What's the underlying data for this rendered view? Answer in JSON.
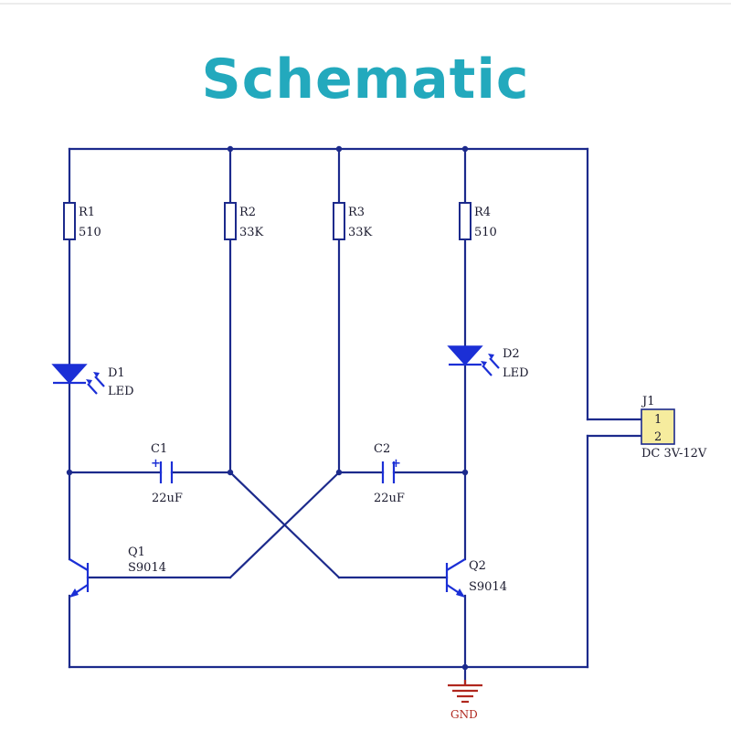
{
  "title": "Schematic",
  "components": {
    "r1": {
      "ref": "R1",
      "value": "510"
    },
    "r2": {
      "ref": "R2",
      "value": "33K"
    },
    "r3": {
      "ref": "R3",
      "value": "33K"
    },
    "r4": {
      "ref": "R4",
      "value": "510"
    },
    "d1": {
      "ref": "D1",
      "value": "LED"
    },
    "d2": {
      "ref": "D2",
      "value": "LED"
    },
    "c1": {
      "ref": "C1",
      "value": "22uF",
      "polarity": "+"
    },
    "c2": {
      "ref": "C2",
      "value": "22uF",
      "polarity": "+"
    },
    "q1": {
      "ref": "Q1",
      "value": "S9014"
    },
    "q2": {
      "ref": "Q2",
      "value": "S9014"
    },
    "j1": {
      "ref": "J1",
      "pin1": "1",
      "pin2": "2",
      "value": "DC 3V-12V"
    },
    "gnd": {
      "label": "GND"
    }
  },
  "colors": {
    "title": "#23a9bd",
    "wire": "#1c2a8c",
    "component": "#1b2fd6",
    "ground": "#b0271e",
    "connector_fill": "#f6ec9e"
  }
}
